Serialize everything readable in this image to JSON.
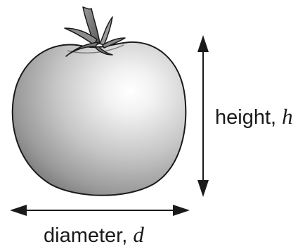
{
  "labels": {
    "height_text": "height,",
    "height_var": "h",
    "diameter_text": "diameter,",
    "diameter_var": "d"
  },
  "colors": {
    "outline": "#1a1a1a",
    "shade": "#8a8a8a",
    "highlight": "#ffffff"
  }
}
